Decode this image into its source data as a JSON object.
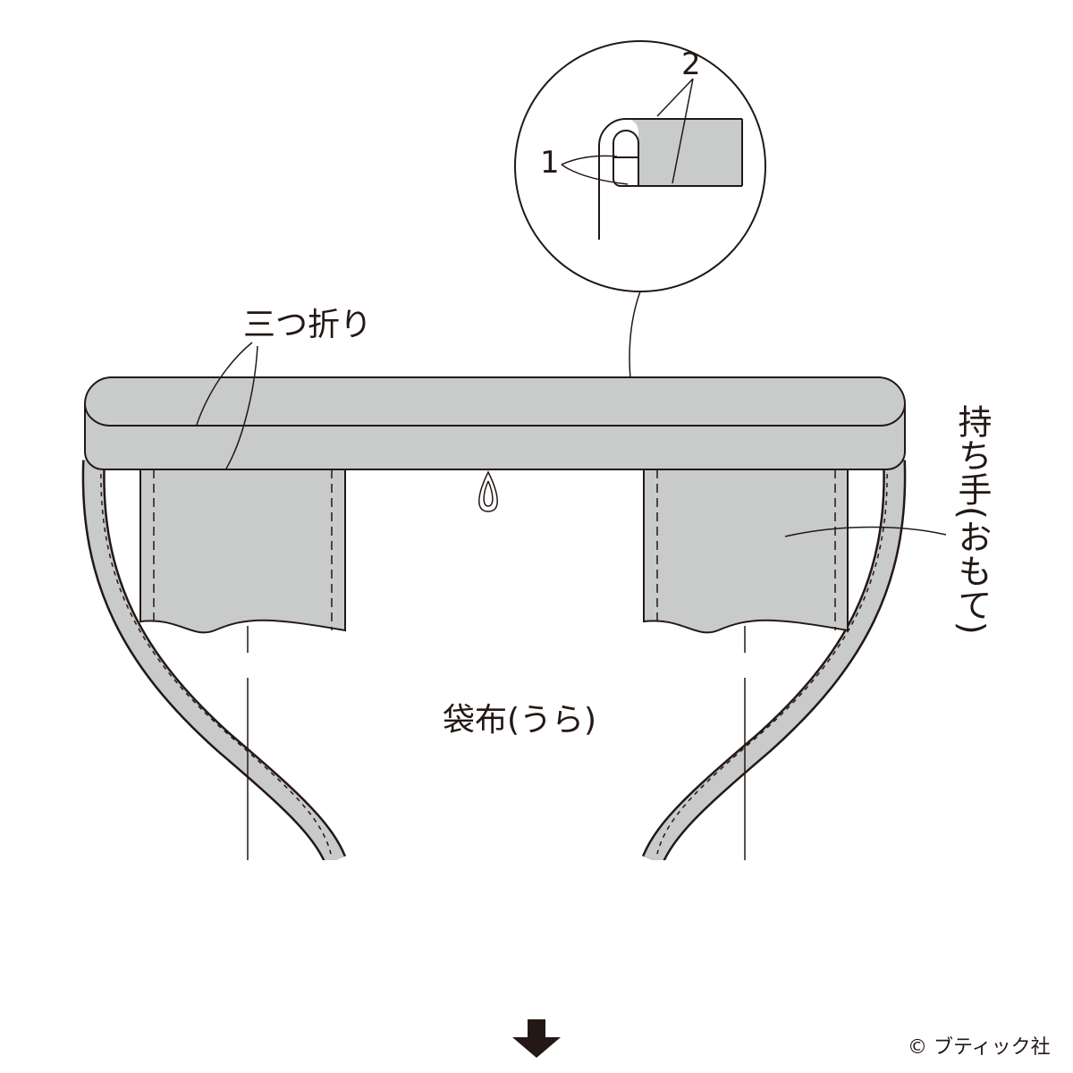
{
  "labels": {
    "tri_fold": "三つ折り",
    "handle": "持ち手(おもて)",
    "bag_fabric": "袋布(うら)",
    "detail_1": "1",
    "detail_2": "2",
    "copyright": "© ブティック社"
  },
  "colors": {
    "fill": "#c9caca",
    "line": "#231815"
  },
  "icons": {
    "next_step": "arrow-down-icon"
  }
}
